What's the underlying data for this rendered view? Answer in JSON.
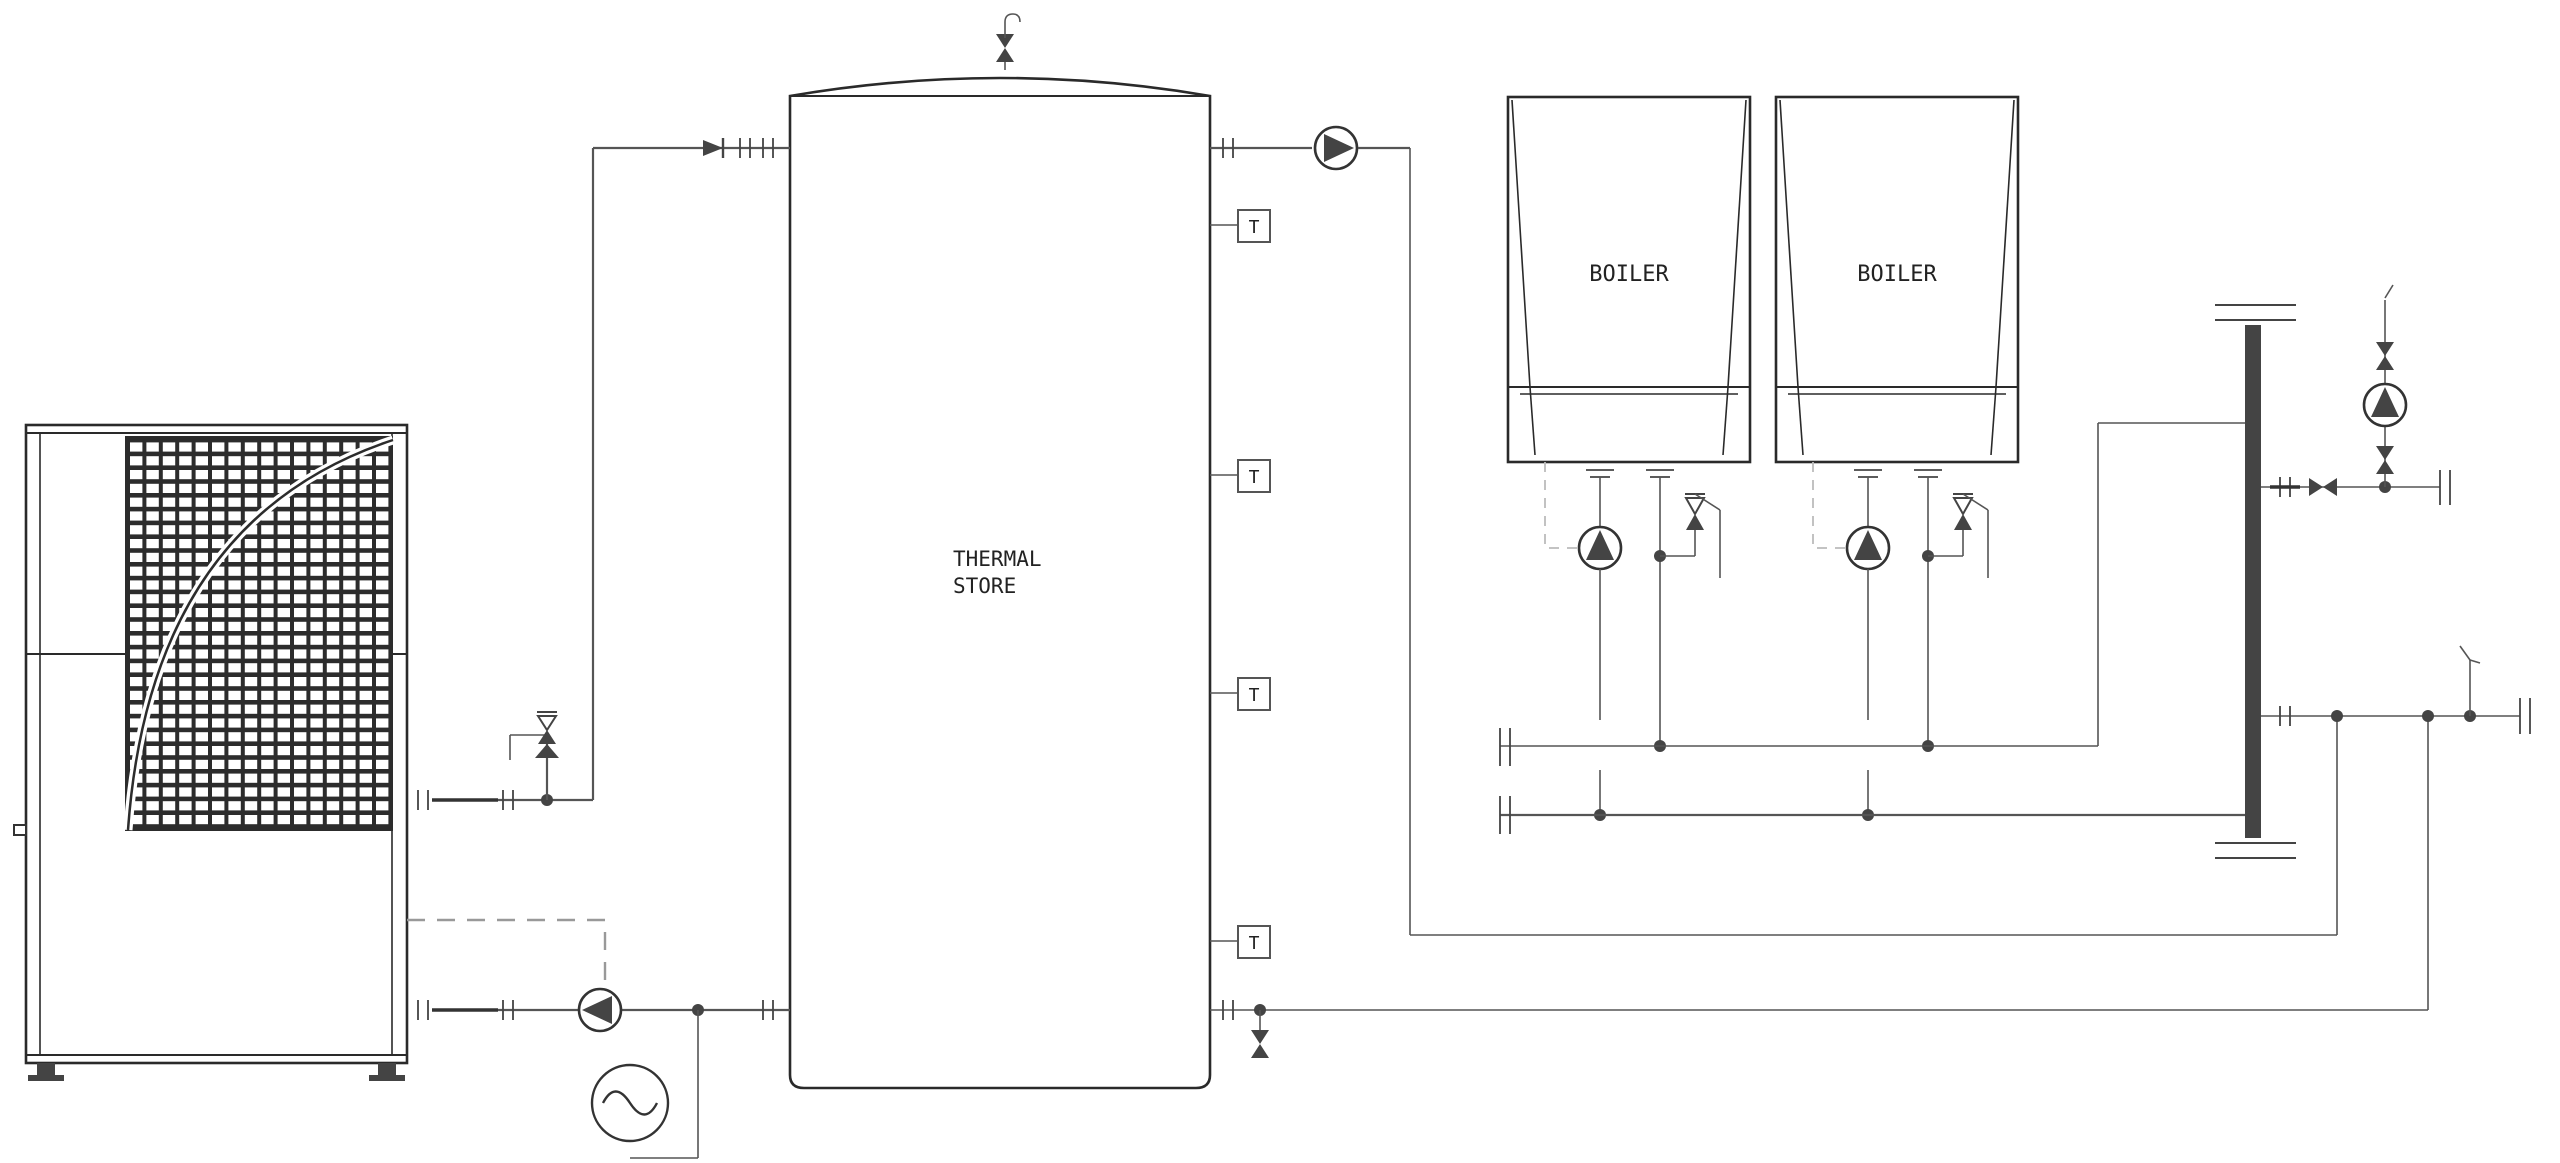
{
  "labels": {
    "thermal_store_line1": "THERMAL",
    "thermal_store_line2": "STORE",
    "boiler_1": "BOILER",
    "boiler_2": "BOILER",
    "sensor_1": "T",
    "sensor_2": "T",
    "sensor_3": "T",
    "sensor_4": "T"
  },
  "colors": {
    "line": "#555555",
    "outline": "#2a2a2a",
    "fill_dark": "#444444",
    "dashed": "#999999"
  },
  "icons": [
    "pump-icon",
    "check-valve-icon",
    "gate-valve-icon",
    "relief-valve-icon",
    "temperature-sensor-icon",
    "air-vent-icon",
    "expansion-vessel-icon",
    "manifold-header-icon"
  ]
}
